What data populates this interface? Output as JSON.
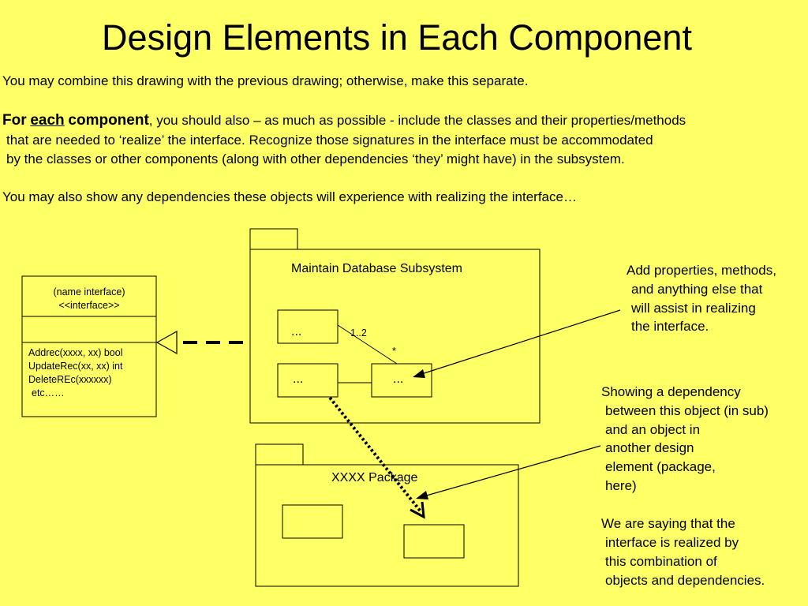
{
  "title": "Design Elements in Each Component",
  "intro": {
    "line1": "You may combine this drawing with the previous drawing;  otherwise, make this separate.",
    "for_word": "For",
    "each_word": "each",
    "component_word": "component",
    "line2_rest": ", you should also – as much as possible - include the classes and their properties/methods",
    "line3": "that are needed to ‘realize’ the interface.  Recognize those signatures in the interface must be accommodated",
    "line4": "by the classes or other components (along with other dependencies ‘they’ might have) in the subsystem.",
    "line5": "You may also show any dependencies these objects will experience with realizing the interface…"
  },
  "interface_box": {
    "name": "(name interface)",
    "stereotype": "<<interface>>",
    "methods": [
      "Addrec(xxxx,  xx) bool",
      "UpdateRec(xx, xx)  int",
      "DeleteREc(xxxxxx)",
      "etc……"
    ]
  },
  "subsystem": {
    "title": "Maintain Database Subsystem",
    "class_top": "...",
    "class_bottom_left": "...",
    "class_right": "...",
    "multiplicity_top": "1..2",
    "multiplicity_bottom": "*"
  },
  "package": {
    "title": "XXXX Package"
  },
  "notes": {
    "properties": [
      "Add properties, methods,",
      "and anything else that",
      "will assist in realizing",
      "the interface."
    ],
    "dependency": [
      "Showing a dependency",
      "between this object (in sub)",
      "and an object in",
      "another design",
      "element (package,",
      "here)"
    ],
    "realized": [
      "We are saying that the",
      "interface is realized by",
      "this combination of",
      "objects and dependencies."
    ]
  }
}
